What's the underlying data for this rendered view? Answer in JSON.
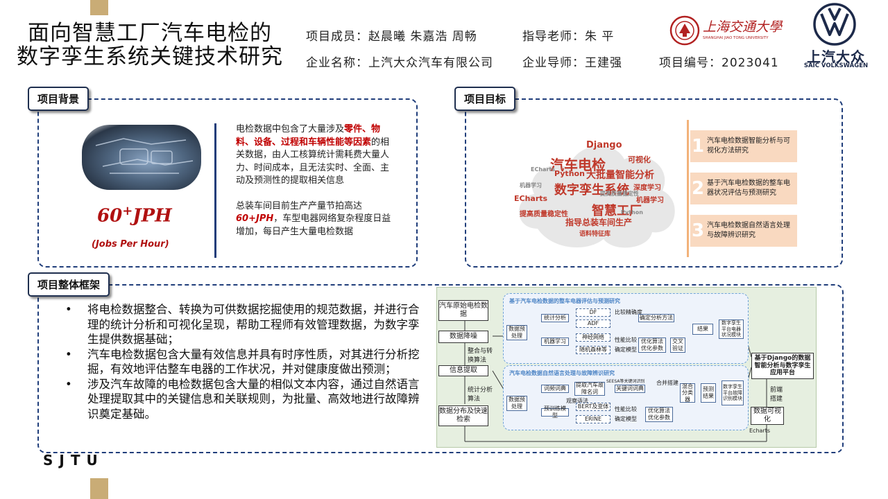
{
  "header": {
    "title_line1": "面向智慧工厂汽车电检的",
    "title_line2": "数字孪生系统关键技术研究",
    "members": "项目成员：赵晨曦  朱嘉浩  周畅",
    "advisor": "指导老师：朱   平",
    "company": "企业名称：上汽大众汽车有限公司",
    "company_mentor": "企业导师：王建强",
    "project_no": "项目编号：2023041"
  },
  "logos": {
    "sjtu_cn": "上海交通大學",
    "sjtu_en": "SHANGHAI JIAO TONG UNIVERSITY",
    "svw_cn": "上汽大众",
    "svw_en": "SAIC VOLKSWAGEN",
    "footer": "SJTU"
  },
  "background": {
    "label": "项目背景",
    "para1_a": "电检数据中包含了大量涉及",
    "para1_red": "零件、物料、设备、过程和车辆性能等因素",
    "para1_b": "的相关数据，由人工核算统计需耗费大量人力、时间成本，且无法实时、全面、主动及预测性的提取相关信息",
    "para2_a": "总装车间目前生产产量节拍高达",
    "para2_red": "60+JPH",
    "para2_b": "，车型电器网络复杂程度日益增加，每日产生大量电检数据",
    "big_number": "60",
    "big_sup": "+",
    "big_unit": "JPH",
    "big_sub": "(Jobs Per Hour)"
  },
  "goals": {
    "label": "项目目标",
    "items": [
      {
        "num": "1",
        "text": "汽车电检数据智能分析与可视化方法研究"
      },
      {
        "num": "2",
        "text": "基于汽车电检数据的整车电器状况评估与预测研究"
      },
      {
        "num": "3",
        "text": "汽车电检数据自然语言处理与故障辨识研究"
      }
    ],
    "wordcloud": [
      {
        "t": "汽车电检",
        "c": "#c0392b",
        "s": 20
      },
      {
        "t": "大批量智能分析",
        "c": "#c0392b",
        "s": 14
      },
      {
        "t": "数字孪生系统",
        "c": "#c0392b",
        "s": 18
      },
      {
        "t": "智慧工厂",
        "c": "#c0392b",
        "s": 18
      },
      {
        "t": "Django",
        "c": "#c0392b",
        "s": 13
      },
      {
        "t": "可视化",
        "c": "#c0392b",
        "s": 11
      },
      {
        "t": "Python",
        "c": "#c0392b",
        "s": 11
      },
      {
        "t": "ECharts",
        "c": "#c0392b",
        "s": 11
      },
      {
        "t": "深度学习",
        "c": "#c0392b",
        "s": 10
      },
      {
        "t": "机器学习",
        "c": "#c0392b",
        "s": 10
      },
      {
        "t": "提高质量稳定性",
        "c": "#c0392b",
        "s": 10
      },
      {
        "t": "指导总装车间生产",
        "c": "#c0392b",
        "s": 12
      },
      {
        "t": "语料特征库",
        "c": "#c0392b",
        "s": 9
      },
      {
        "t": "机器学习",
        "c": "#888",
        "s": 8
      },
      {
        "t": "提高质量稳定性",
        "c": "#888",
        "s": 8
      },
      {
        "t": "Python",
        "c": "#888",
        "s": 8
      },
      {
        "t": "ECharts",
        "c": "#888",
        "s": 8
      }
    ]
  },
  "framework": {
    "label": "项目整体框架",
    "bullet_char": "•",
    "bullets": [
      "将电检数据整合、转换为可供数据挖掘使用的规范数据，并进行合理的统计分析和可视化呈现，帮助工程师有效管理数据，为数字孪生提供数据基础；",
      "汽车电检数据包含大量有效信息并具有时序性质，对其进行分析挖掘，有效地评估整车电器的工作状况，并对健康度做出预测；",
      "涉及汽车故障的电检数据包含大量的相似文本内容，通过自然语言处理提取其中的关键信息和关联规则，为批量、高效地进行故障辨识奠定基础。"
    ]
  },
  "diagram": {
    "left_boxes": [
      "汽车原始电检数据",
      "数据降噪",
      "整合与转换算法",
      "信息提取",
      "统计分析算法",
      "数据分布及快速检索"
    ],
    "region1_title": "基于汽车电检数据的整车电器评估与预测研究",
    "region2_title": "汽车电检数据自然语言处理与故障辨识研究",
    "r1": {
      "pre": "数据预处理",
      "stat": "统计分析",
      "ml": "机器学习",
      "df": "DF",
      "adf": "ADF",
      "nn": "神经网络",
      "rf": "随机森林等",
      "acc": "比较精确度",
      "method": "确定分析方法",
      "perf": "性能比较",
      "model": "确定模型",
      "opt": "优化算法优化参数",
      "cv": "交叉验证",
      "result": "结果",
      "twin": "数字孪生平台电器状况模块"
    },
    "r2": {
      "pre": "数据预处理",
      "vocab": "词频词典",
      "extract": "提取汽车故障名词",
      "observe": "观察语法",
      "pretrain": "预训练模型",
      "bert": "BERT及变体",
      "ernie": "ERINE",
      "seq": "SEESA等关键词识别",
      "kw": "关键词词典",
      "merge": "合并搭建",
      "perf": "性能比较",
      "model": "确定模型",
      "opt": "优化算法优化参数",
      "mix": "混合分类器",
      "predict": "预测结果",
      "twin": "数字孪生平台故障识别模块"
    },
    "platform": "基于Django的数据智能分析与数字孪生应用平台",
    "frontend": "前端搭建",
    "viz": "数据可视化",
    "echarts": "Echarts"
  }
}
